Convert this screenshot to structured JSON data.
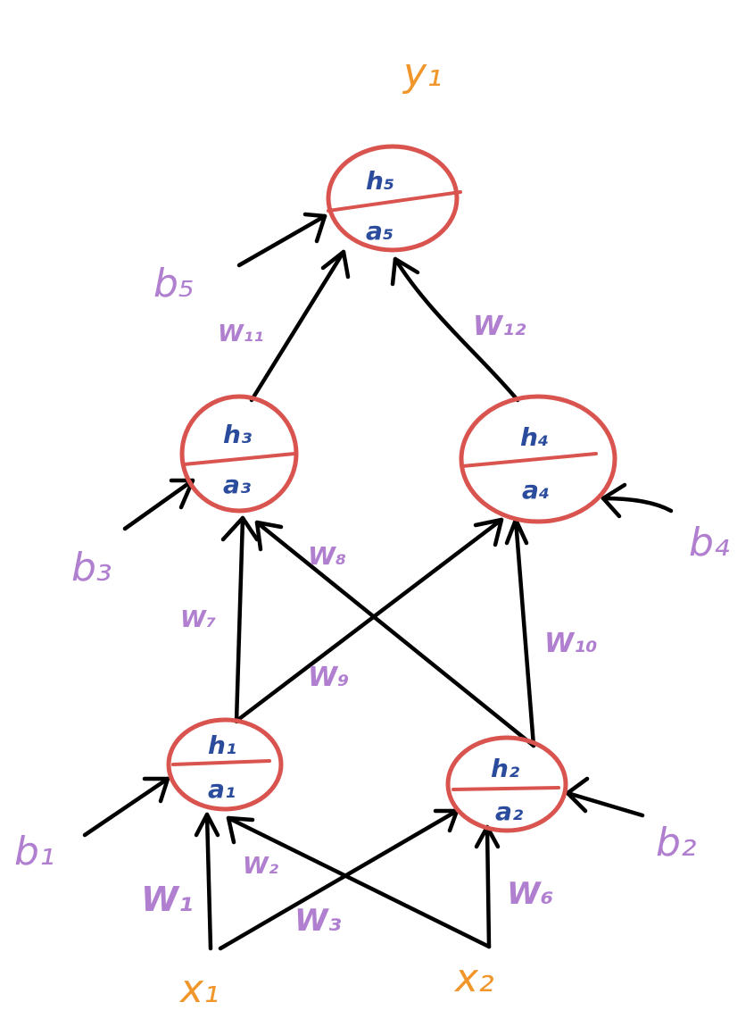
{
  "colors": {
    "node_stroke": "#d9534f",
    "node_text": "#2b4c9c",
    "edge": "#000000",
    "weight_label": "#b07fcf",
    "bias_label": "#b07fcf",
    "io_label": "#f0962a"
  },
  "nodes": {
    "h1": {
      "top": "h₁",
      "bottom": "a₁"
    },
    "h2": {
      "top": "h₂",
      "bottom": "a₂"
    },
    "h3": {
      "top": "h₃",
      "bottom": "a₃"
    },
    "h4": {
      "top": "h₄",
      "bottom": "a₄"
    },
    "h5": {
      "top": "h₅",
      "bottom": "a₅"
    }
  },
  "weights": {
    "w1": "W₁",
    "w2": "W₂",
    "w3": "W₃",
    "w6": "W₆",
    "w7": "W₇",
    "w8": "W₈",
    "w9": "W₉",
    "w10": "W₁₀",
    "w11": "W₁₁",
    "w12": "W₁₂"
  },
  "biases": {
    "b1": "b₁",
    "b2": "b₂",
    "b3": "b₃",
    "b4": "b₄",
    "b5": "b₅"
  },
  "inputs": {
    "x1": "x₁",
    "x2": "x₂"
  },
  "outputs": {
    "y1": "y₁"
  }
}
